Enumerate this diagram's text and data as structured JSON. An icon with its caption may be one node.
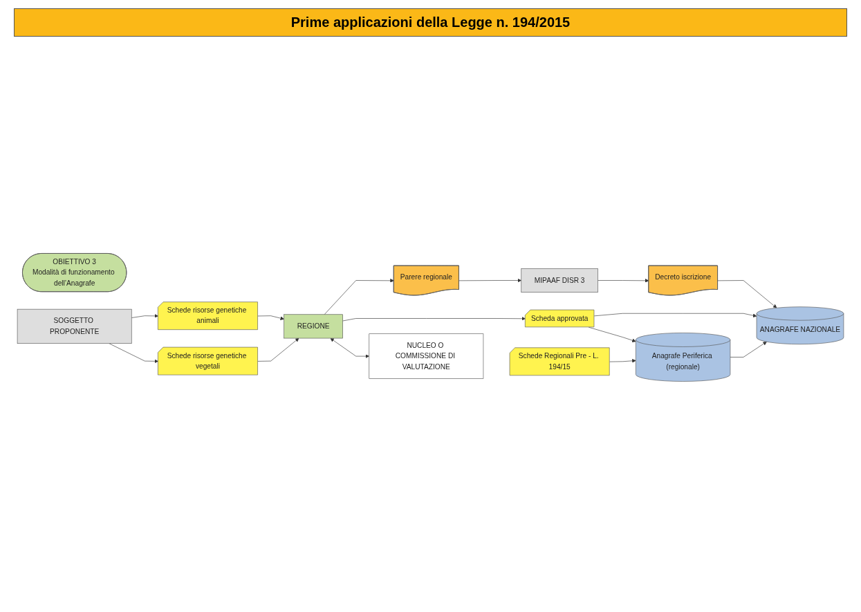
{
  "diagram": {
    "title": "Prime applicazioni della Legge n. 194/2015",
    "nodes": [
      {
        "text": [
          "OBIETTIVO 3",
          "Modalità di funzionamento dell’Anagrafe"
        ]
      },
      {
        "text": [
          "SOGGETTO PROPONENTE"
        ]
      },
      {
        "text": [
          "Schede risorse genetiche vegetali"
        ]
      },
      {
        "text": [
          "Schede risorse genetiche animali"
        ]
      },
      {
        "text": [
          "REGIONE"
        ]
      },
      {
        "text": [
          "NUCLEO O COMMISSIONE DI VALUTAZIONE"
        ]
      },
      {
        "text": [
          "Scheda approvata"
        ]
      },
      {
        "text": [
          "Parere regionale"
        ]
      },
      {
        "text": [
          "MIPAAF DISR 3"
        ]
      },
      {
        "text": [
          "Decreto iscrizione"
        ]
      },
      {
        "text": [
          "Schede Regionali Pre - L. 194/15"
        ]
      },
      {
        "text": [
          "Anagrafe Periferica (regionale)"
        ]
      },
      {
        "text": [
          "ANAGRAFE NAZIONALE"
        ]
      }
    ],
    "edges": [
      {
        "from": 1,
        "to": 2,
        "arrow": "to"
      },
      {
        "from": 1,
        "to": 3,
        "arrow": "to"
      },
      {
        "from": 2,
        "to": 4,
        "arrow": "to"
      },
      {
        "from": 3,
        "to": 4,
        "arrow": "to"
      },
      {
        "from": 4,
        "to": 5,
        "arrow": "both"
      },
      {
        "from": 4,
        "to": 6,
        "arrow": "to"
      },
      {
        "from": 4,
        "to": 7,
        "arrow": "to"
      },
      {
        "from": 6,
        "to": 11,
        "arrow": "to"
      },
      {
        "from": 10,
        "to": 11,
        "arrow": "to"
      },
      {
        "from": 7,
        "to": 8,
        "arrow": "to"
      },
      {
        "from": 8,
        "to": 9,
        "arrow": "to"
      },
      {
        "from": 11,
        "to": 12,
        "arrow": "to"
      },
      {
        "from": 9,
        "to": 12,
        "arrow": "to"
      },
      {
        "from": 6,
        "to": 12,
        "arrow": "to"
      }
    ]
  }
}
